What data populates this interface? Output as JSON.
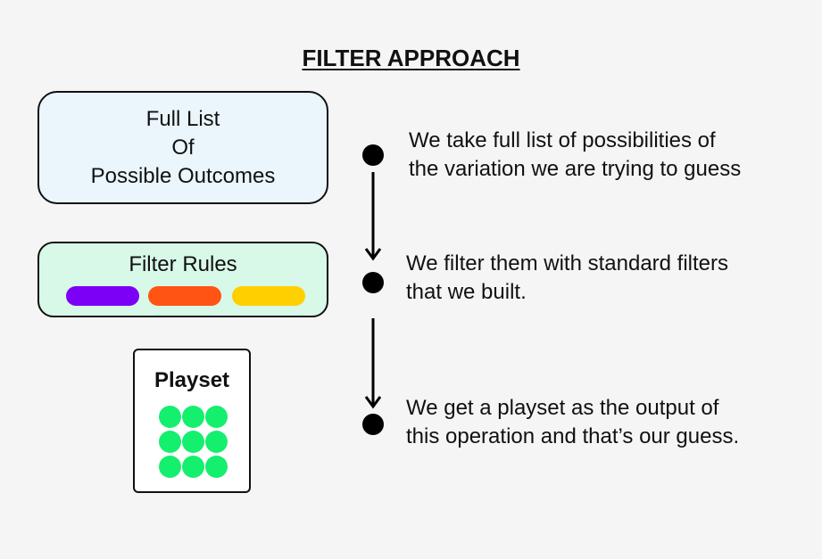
{
  "title": "FILTER APPROACH",
  "boxes": {
    "full_list": {
      "line1": "Full List",
      "line2": "Of",
      "line3": "Possible Outcomes"
    },
    "filter_rules": {
      "label": "Filter Rules",
      "colors": [
        "#7b00f5",
        "#ff5414",
        "#ffd000"
      ]
    },
    "playset": {
      "label": "Playset",
      "dot_color": "#14ef6e",
      "dot_count": 9
    }
  },
  "steps": [
    {
      "text": "We take full list of possibilities of\nthe variation we are trying to guess"
    },
    {
      "text": "We filter them with standard filters\nthat we built."
    },
    {
      "text": "We get a playset as the output of\nthis operation and that’s our guess."
    }
  ]
}
